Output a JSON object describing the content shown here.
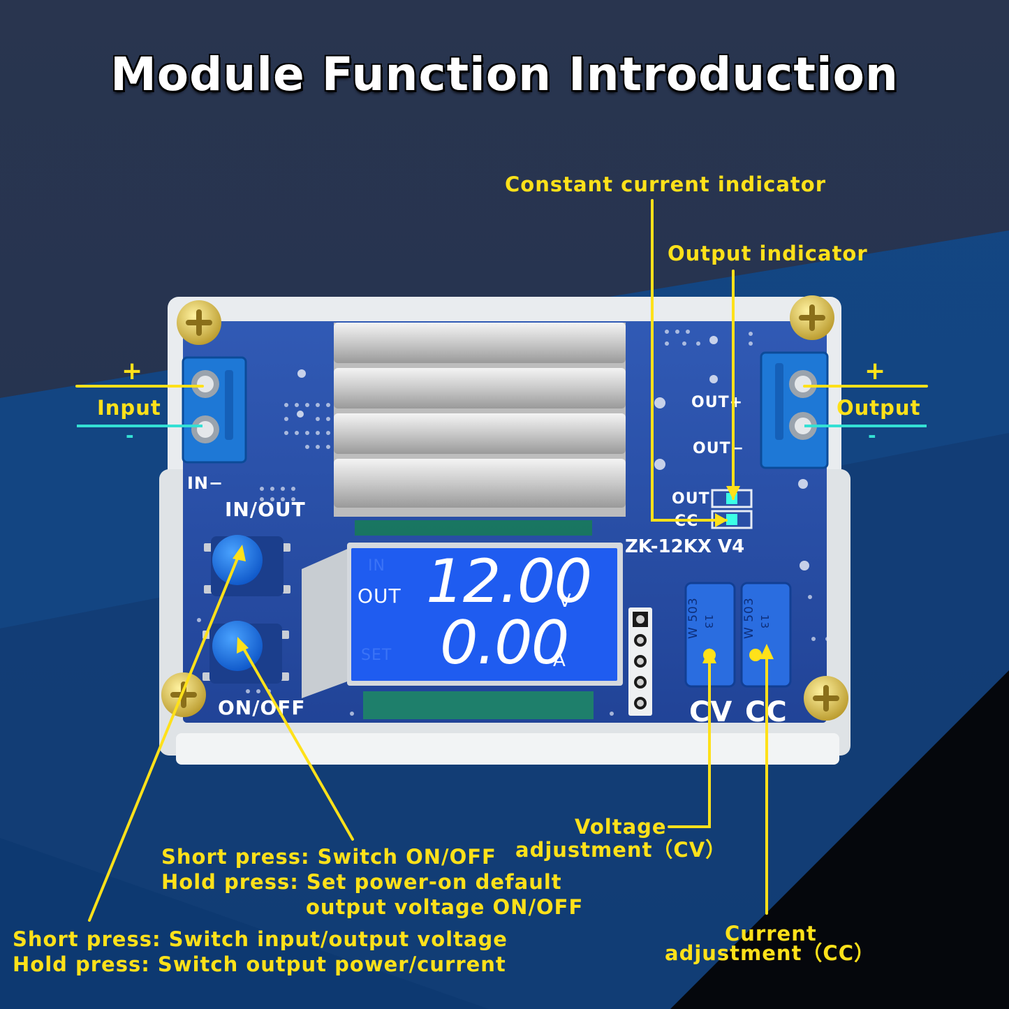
{
  "title": "Module Function Introduction",
  "labels": {
    "cc_indicator": "Constant current indicator",
    "out_indicator": "Output indicator",
    "input": "Input",
    "output": "Output",
    "plus": "+",
    "minus": "-",
    "voltage_adj_1": "Voltage",
    "voltage_adj_2": "adjustment（CV）",
    "current_adj_1": "Current",
    "current_adj_2": "adjustment（CC）",
    "onoff_short": "Short press:  Switch ON/OFF",
    "onoff_hold_1": "Hold press:  Set power-on default",
    "onoff_hold_2": "output voltage ON/OFF",
    "inout_short": "Short press:  Switch input/output voltage",
    "inout_hold": "Hold press:  Switch output power/current"
  },
  "board": {
    "model": "ZK-12KX  V4",
    "in_minus": "IN−",
    "in_out_button": "IN/OUT",
    "on_off_button": "ON/OFF",
    "out_plus": "OUT+",
    "out_minus": "OUT−",
    "led_out": "OUT",
    "led_cc": "CC",
    "pot_cv": "CV",
    "pot_cc": "CC",
    "pot_marking": "W 503",
    "pot_number": "13"
  },
  "lcd": {
    "label_in": "IN",
    "label_out": "OUT",
    "label_set": "SET",
    "voltage": "12.00",
    "voltage_unit": "V",
    "current": "0.00",
    "current_unit": "A"
  },
  "colors": {
    "annotation": "#ffe11a",
    "minus_line": "#34e0d4",
    "pcb": "#2a4fa8",
    "lcd": "#1f5cf0",
    "terminal": "#1e78d6"
  }
}
